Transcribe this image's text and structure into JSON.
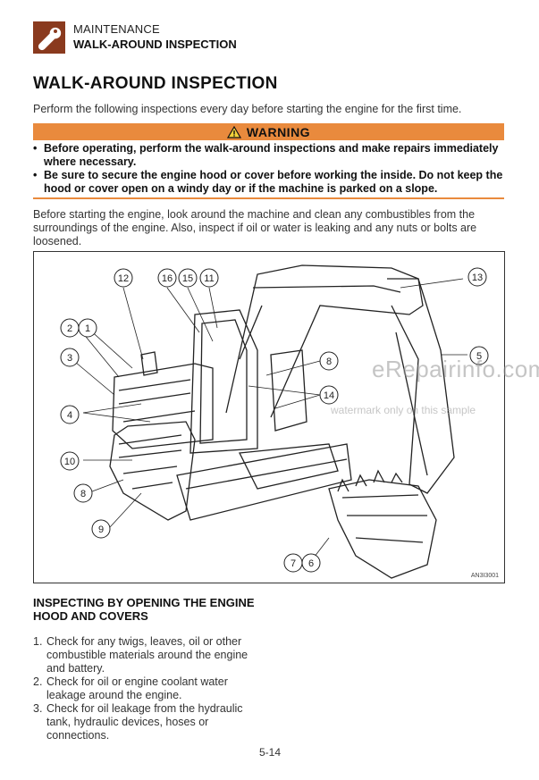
{
  "header": {
    "section": "MAINTENANCE",
    "subsection": "WALK-AROUND INSPECTION",
    "icon": "wrench-icon"
  },
  "title": "WALK-AROUND INSPECTION",
  "intro": "Perform the following inspections every day before starting the engine for the first time.",
  "warning": {
    "label": "WARNING",
    "color": "#e98a3d",
    "items": [
      "Before operating, perform the walk-around inspections and make repairs immediately where necessary.",
      "Be sure to secure the engine hood or cover before working the inside. Do not keep the hood or cover open on a windy day or if the machine is parked on a slope."
    ]
  },
  "paragraph": "Before starting the engine, look around the machine and clean any combustibles from the surroundings of the engine. Also, inspect if oil or water is leaking and any nuts or bolts are loosened.",
  "figure": {
    "code": "AN3I3001",
    "callouts": [
      "1",
      "2",
      "3",
      "4",
      "5",
      "6",
      "7",
      "8",
      "8",
      "9",
      "10",
      "11",
      "12",
      "13",
      "14",
      "15",
      "16"
    ]
  },
  "section2": {
    "title": "INSPECTING BY OPENING THE ENGINE HOOD AND COVERS",
    "steps": [
      {
        "num": "1.",
        "text": "Check for any twigs, leaves, oil or other combustible materials around the engine and battery."
      },
      {
        "num": "2.",
        "text": "Check for oil or engine coolant water leakage around the engine."
      },
      {
        "num": "3.",
        "text": "Check for oil leakage from the hydraulic tank, hydraulic devices, hoses or connections."
      }
    ]
  },
  "page_number": "5-14",
  "watermark": {
    "main": "eRepairinfo.com",
    "sub": "watermark only on this sample"
  }
}
